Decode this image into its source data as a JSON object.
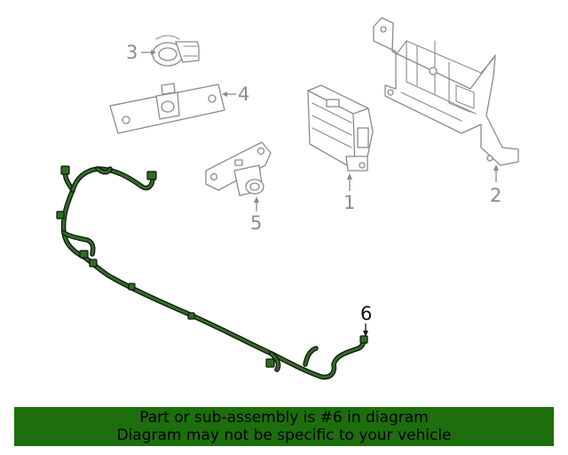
{
  "callouts": {
    "c1": "1",
    "c2": "2",
    "c3": "3",
    "c4": "4",
    "c5": "5",
    "c6": "6"
  },
  "banner": {
    "line1": "Part or sub-assembly is #6 in diagram",
    "line2": "Diagram may not be specific to your vehicle"
  },
  "colors": {
    "banner_background": "#1d6e0c",
    "harness_highlight": "#2f6e22",
    "part_outline": "#8a8a8a"
  }
}
